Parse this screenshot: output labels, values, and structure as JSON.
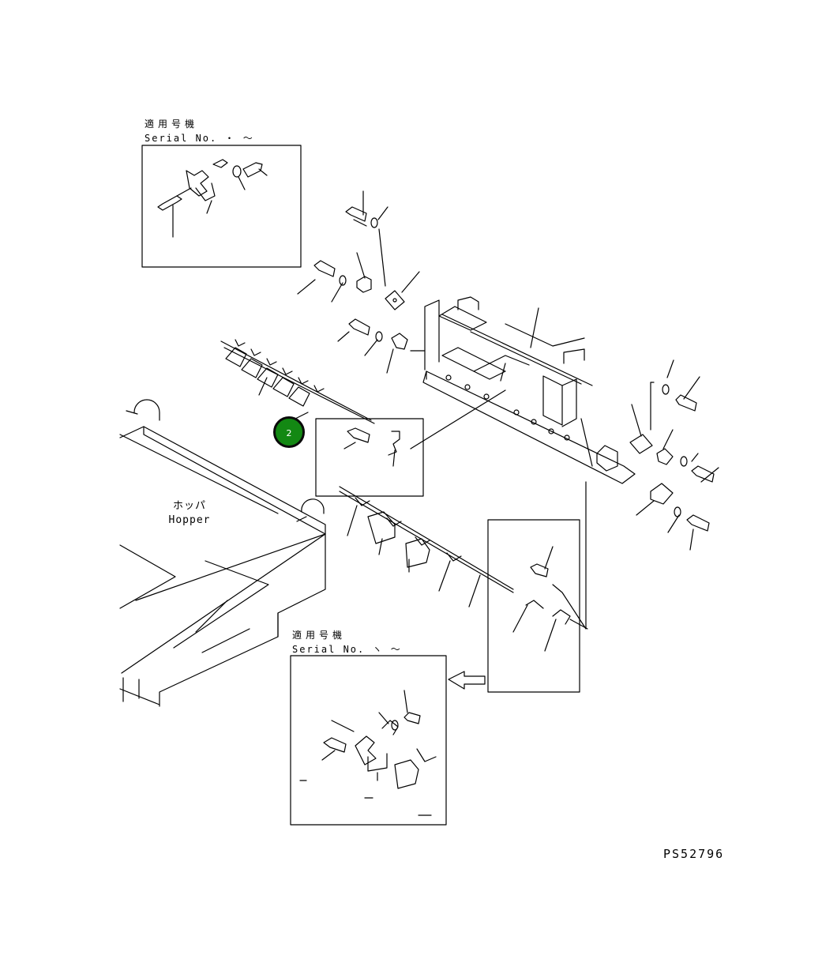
{
  "inset_top": {
    "applicable_jp": "適用号機",
    "serial": "Serial No. ・ ～"
  },
  "inset_bottom": {
    "applicable_jp": "適用号機",
    "serial": "Serial No. ヽ ～"
  },
  "hopper": {
    "label_jp": "ホッパ",
    "label_en": "Hopper"
  },
  "callout": {
    "number": "2",
    "color": "#138813"
  },
  "drawing_code": "PS52796"
}
